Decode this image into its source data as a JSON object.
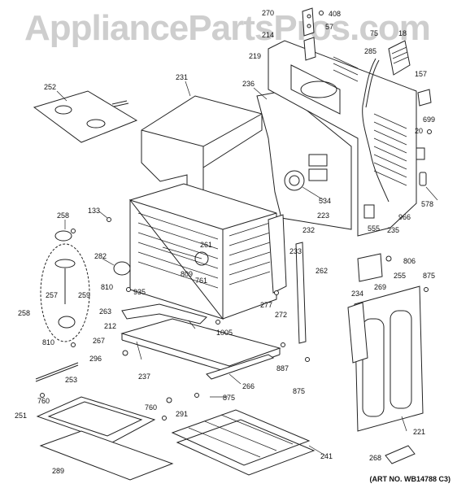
{
  "watermark": "AppliancePartsPros.com",
  "art_no": "(ART NO. WB14788 C3)",
  "callouts": [
    "270",
    "408",
    "214",
    "57",
    "75",
    "18",
    "219",
    "285",
    "157",
    "252",
    "231",
    "236",
    "699",
    "20",
    "578",
    "966",
    "235",
    "555",
    "534",
    "223",
    "232",
    "258",
    "133",
    "233",
    "261",
    "282",
    "262",
    "806",
    "255",
    "875",
    "809",
    "761",
    "810",
    "935",
    "269",
    "257",
    "259",
    "263",
    "277",
    "272",
    "234",
    "258",
    "1005",
    "212",
    "887",
    "810",
    "267",
    "296",
    "237",
    "266",
    "875",
    "253",
    "760",
    "291",
    "875",
    "760",
    "251",
    "289",
    "241",
    "221",
    "268"
  ]
}
